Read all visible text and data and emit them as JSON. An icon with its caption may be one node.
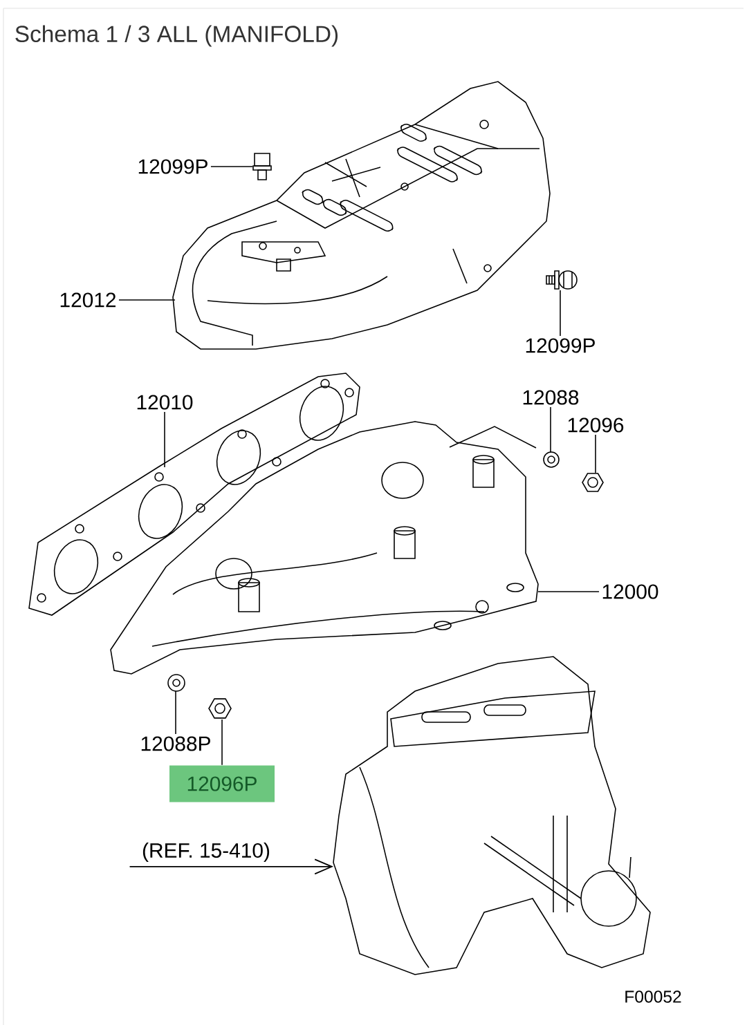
{
  "diagram": {
    "title": "Schema 1 / 3 ALL (MANIFOLD)",
    "nodes": [
      {
        "text": [
          "12099P"
        ]
      },
      {
        "text": [],
        "shape": "picture"
      },
      {
        "text": [
          "12012"
        ]
      },
      {
        "text": [],
        "shape": "picture"
      },
      {
        "text": [
          "12099P"
        ]
      },
      {
        "text": [],
        "shape": "picture"
      },
      {
        "text": [
          "12010"
        ]
      },
      {
        "text": [],
        "shape": "picture"
      },
      {
        "text": [
          "12088"
        ]
      },
      {
        "text": [],
        "shape": "picture"
      },
      {
        "text": [
          "12096"
        ]
      },
      {
        "text": [],
        "shape": "picture"
      },
      {
        "text": [
          "12000"
        ]
      },
      {
        "text": [],
        "shape": "picture"
      },
      {
        "text": [
          "12088P"
        ]
      },
      {
        "text": [],
        "shape": "picture"
      },
      {
        "text": [
          "12096P"
        ]
      },
      {
        "text": [],
        "shape": "picture"
      },
      {
        "text": [
          "(REF. 15-410)"
        ]
      },
      {
        "text": [],
        "shape": "picture"
      }
    ],
    "edges": [
      {
        "from": 0,
        "to": 1,
        "arrow": "none"
      },
      {
        "from": 2,
        "to": 3,
        "arrow": "none"
      },
      {
        "from": 4,
        "to": 5,
        "arrow": "none"
      },
      {
        "from": 6,
        "to": 7,
        "arrow": "none"
      },
      {
        "from": 8,
        "to": 9,
        "arrow": "none"
      },
      {
        "from": 10,
        "to": 11,
        "arrow": "none"
      },
      {
        "from": 12,
        "to": 13,
        "arrow": "none"
      },
      {
        "from": 14,
        "to": 15,
        "arrow": "none"
      },
      {
        "from": 16,
        "to": 17,
        "arrow": "none"
      },
      {
        "from": 18,
        "to": 19,
        "arrow": "to"
      }
    ],
    "labels": [
      "F00052"
    ]
  }
}
